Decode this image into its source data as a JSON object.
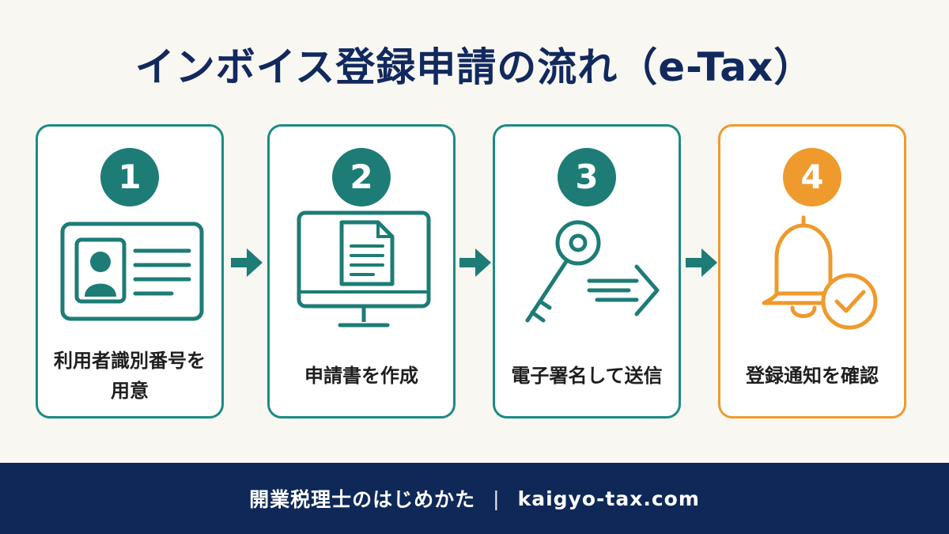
{
  "title": "インボイス登録申請の流れ（e-Tax）",
  "colors": {
    "teal": "#1d7c76",
    "orange": "#ee9a2d",
    "navy": "#0f2857"
  },
  "steps": [
    {
      "number": "1",
      "label": "利用者識別番号を用意",
      "icon": "id-card-icon"
    },
    {
      "number": "2",
      "label": "申請書を作成",
      "icon": "monitor-document-icon"
    },
    {
      "number": "3",
      "label": "電子署名して送信",
      "icon": "key-send-icon"
    },
    {
      "number": "4",
      "label": "登録通知を確認",
      "icon": "bell-check-icon"
    }
  ],
  "footer": {
    "site_name": "開業税理士のはじめかた",
    "separator": "|",
    "url": "kaigyo-tax.com"
  }
}
